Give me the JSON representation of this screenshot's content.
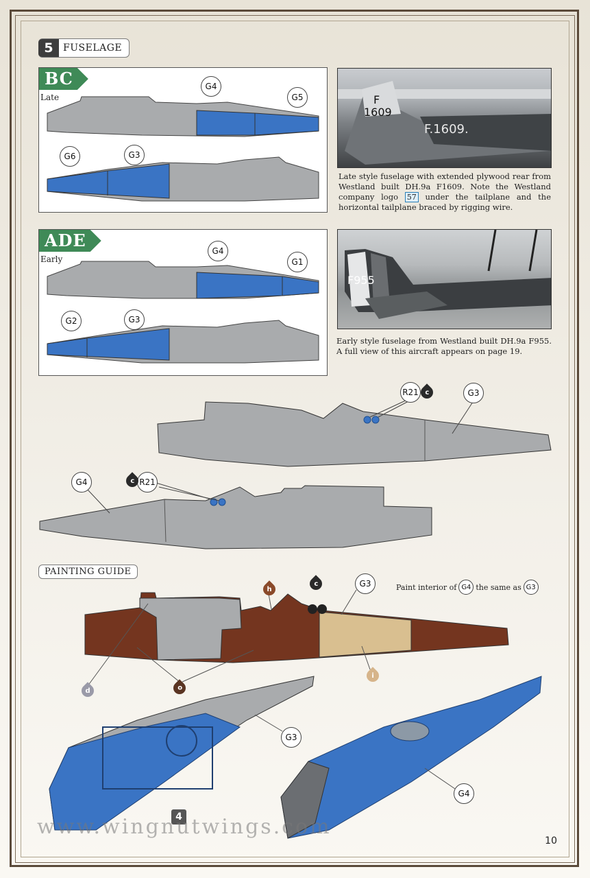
{
  "step": {
    "number": "5",
    "title": "FUSELAGE"
  },
  "panels": {
    "bc": {
      "tag": "BC",
      "sub": "Late",
      "callouts": [
        "G4",
        "G5",
        "G6",
        "G3"
      ]
    },
    "ade": {
      "tag": "ADE",
      "sub": "Early",
      "callouts": [
        "G4",
        "G1",
        "G2",
        "G3"
      ]
    }
  },
  "photos": {
    "late_caption_part1": "Late style fuselage with extended plywood rear from Westland built DH.9a F1609. Note the Westland company logo",
    "late_page_ref": "57",
    "late_caption_part2": "under the tailplane and the horizontal tailplane braced by rigging wire.",
    "late_marking_1": "F",
    "late_marking_2": "1609",
    "late_marking_3": "F.1609.",
    "early_caption": "Early style fuselage from Westland built DH.9a F955. A full view of this aircraft appears on page 19.",
    "early_marking": "F955"
  },
  "assembly": {
    "upper": {
      "part": "R21",
      "paint": "c",
      "side": "G3"
    },
    "lower": {
      "part": "R21",
      "paint": "c",
      "side": "G4"
    }
  },
  "painting_guide": {
    "title": "PAINTING GUIDE",
    "note_prefix": "Paint interior of",
    "note_part_a": "G4",
    "note_middle": "the same as",
    "note_part_b": "G3",
    "drops": [
      "h",
      "c",
      "d",
      "o",
      "i"
    ],
    "callout": "G3"
  },
  "views_3d": {
    "left_callout": "G3",
    "right_callout": "G4",
    "step_ref": "4"
  },
  "colors": {
    "grey": "#a9abad",
    "blue": "#3a74c4",
    "brown": "#74351f",
    "tan": "#d9bf90",
    "green_tag": "#3f8a57",
    "drop_h": "#8a4a2a",
    "drop_c": "#2a2a2a",
    "drop_d": "#9a9aa8",
    "drop_o": "#5a3422",
    "drop_i": "#d6b48a"
  },
  "watermark": "www.wingnutwings.com",
  "page_number": "10"
}
